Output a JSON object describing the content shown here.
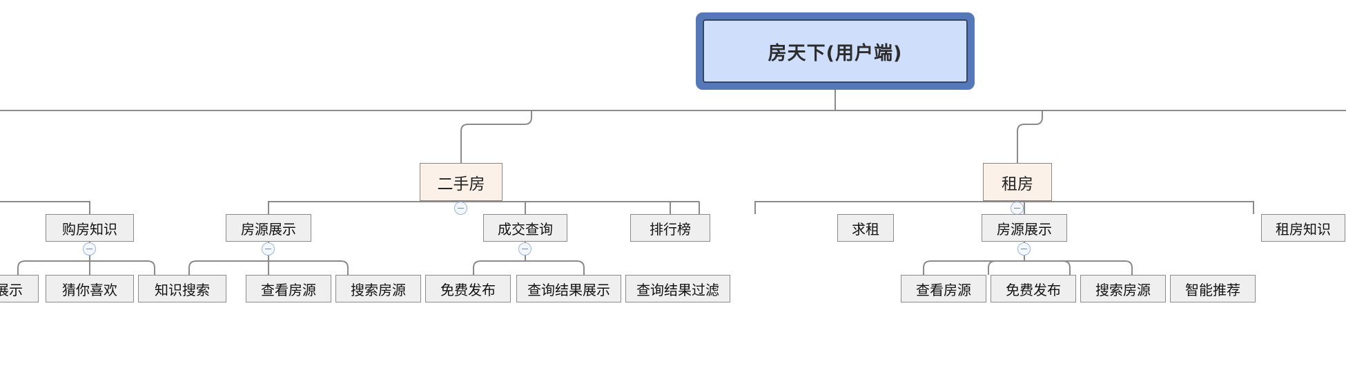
{
  "diagram": {
    "type": "mindmap-tree",
    "title": "房天下(用户端)",
    "colors": {
      "root_fill": "#cfdefb",
      "root_border": "#5578b8",
      "level2_fill": "#fcf1e8",
      "level2_border": "#8d8680",
      "node_fill": "#efefef",
      "node_border": "#8a8a8a",
      "link": "#8a8a8a",
      "toggle_border": "#9ab3dd"
    },
    "root": {
      "label": "房天下(用户端)"
    },
    "separator": {
      "name": "horizontal-divider"
    },
    "branches": [
      {
        "label": "购房知识",
        "toggle": "−",
        "children": [
          {
            "label": "展示"
          },
          {
            "label": "猜你喜欢"
          },
          {
            "label": "知识搜索"
          }
        ]
      },
      {
        "label": "二手房",
        "toggle": "−",
        "children": [
          {
            "label": "房源展示",
            "toggle": "−",
            "children": [
              {
                "label": "查看房源"
              },
              {
                "label": "搜索房源"
              },
              {
                "label": "免费发布"
              }
            ]
          },
          {
            "label": "成交查询",
            "toggle": "−",
            "children": [
              {
                "label": "查询结果展示"
              },
              {
                "label": "查询结果过滤"
              }
            ]
          },
          {
            "label": "排行榜",
            "children": []
          }
        ]
      },
      {
        "label": "租房",
        "toggle": "−",
        "children": [
          {
            "label": "求租",
            "children": []
          },
          {
            "label": "房源展示",
            "toggle": "−",
            "children": [
              {
                "label": "查看房源"
              },
              {
                "label": "免费发布"
              },
              {
                "label": "搜索房源"
              },
              {
                "label": "智能推荐"
              }
            ]
          },
          {
            "label": "租房知识",
            "children": []
          }
        ]
      }
    ]
  },
  "labels": {
    "root": "房天下(用户端)",
    "ershoufang": "二手房",
    "zufang": "租房",
    "gouFangZhiShi": "购房知识",
    "zhanshi": "展示",
    "caiNiXiHuan": "猜你喜欢",
    "zhiShiSouSuo": "知识搜索",
    "fangYuanZhanShi_a": "房源展示",
    "chaKanFangYuan_a": "查看房源",
    "souSuoFangYuan_a": "搜索房源",
    "mianFeiFaBu_a": "免费发布",
    "chengJiaoChaXun": "成交查询",
    "chaXunJieGuoZhanShi": "查询结果展示",
    "chaXunJieGuoGuoLv": "查询结果过滤",
    "paiHangBang": "排行榜",
    "qiuZu": "求租",
    "fangYuanZhanShi_b": "房源展示",
    "chaKanFangYuan_b": "查看房源",
    "mianFeiFaBu_b": "免费发布",
    "souSuoFangYuan_b": "搜索房源",
    "zhiNengTuiJian": "智能推荐",
    "zuFangZhiShi": "租房知识",
    "minus": "−"
  }
}
